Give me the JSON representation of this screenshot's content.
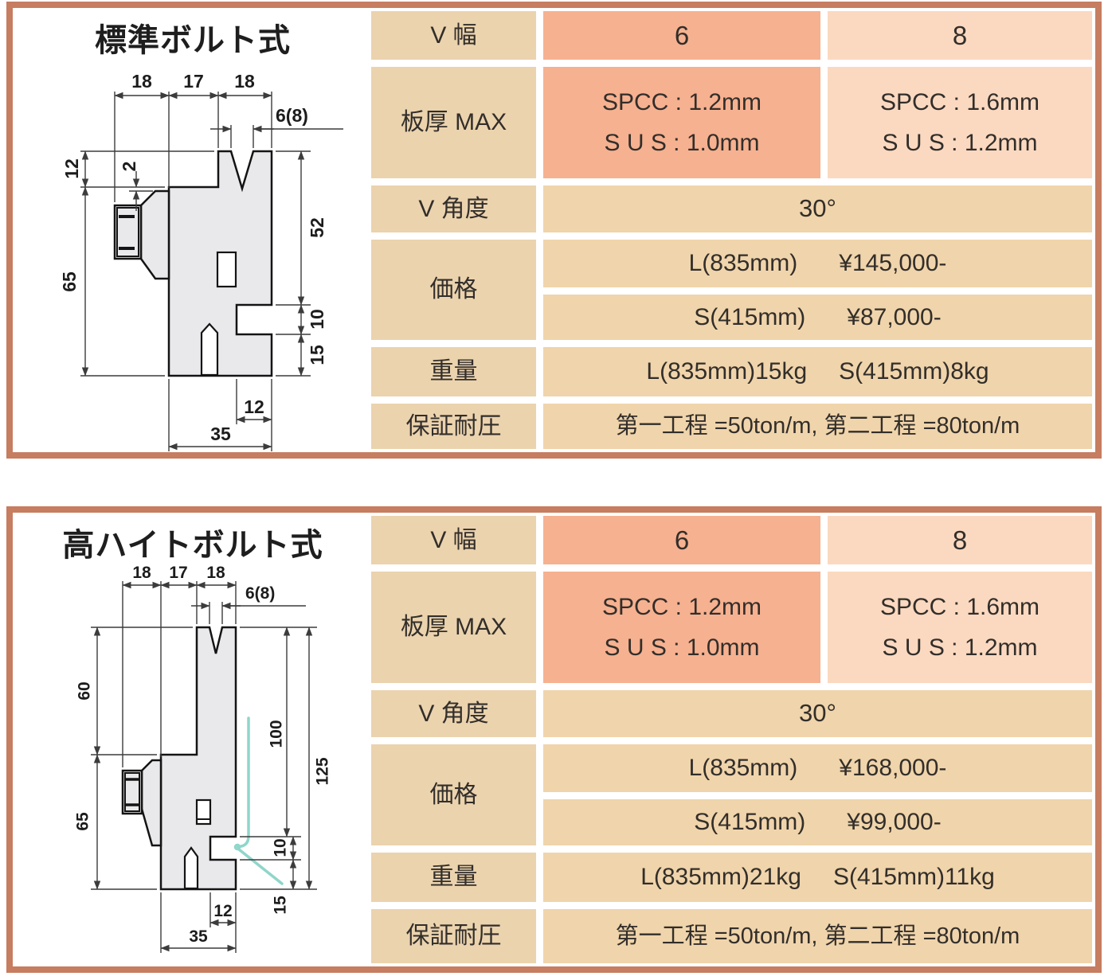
{
  "colors": {
    "frame": "#c67d60",
    "label_cell": "#ebd3ae",
    "row_cell": "#f0d4ab",
    "v6_cell": "#f6b190",
    "v8_cell": "#fbd9c0",
    "text": "#322e2a",
    "bent_sheet_line": "#8fd6ca"
  },
  "panels": [
    {
      "title": "標準ボルト式",
      "drawing": {
        "top_dims": [
          "18",
          "17",
          "18"
        ],
        "v_open": "6(8)",
        "d12": "12",
        "d2": "2",
        "d52": "52",
        "d65": "65",
        "d10": "10",
        "d15": "15",
        "b12": "12",
        "b35": "35"
      },
      "table": {
        "v_width": {
          "label": "V 幅",
          "v6": "6",
          "v8": "8"
        },
        "thickness": {
          "label": "板厚 MAX",
          "v6": [
            "SPCC : 1.2mm",
            "S U S : 1.0mm"
          ],
          "v8": [
            "SPCC : 1.6mm",
            "S U S : 1.2mm"
          ]
        },
        "v_angle": {
          "label": "V 角度",
          "value": "30°"
        },
        "price": {
          "label": "価格",
          "rows": [
            {
              "size": "L(835mm)",
              "amount": "¥145,000-"
            },
            {
              "size": "S(415mm)",
              "amount": "¥87,000-"
            }
          ]
        },
        "weight": {
          "label": "重量",
          "l": "L(835mm)15kg",
          "s": "S(415mm)8kg"
        },
        "pressure": {
          "label": "保証耐圧",
          "value": "第一工程 =50ton/m, 第二工程 =80ton/m"
        }
      }
    },
    {
      "title": "高ハイトボルト式",
      "drawing": {
        "top_dims": [
          "18",
          "17",
          "18"
        ],
        "v_open": "6(8)",
        "d60": "60",
        "d100": "100",
        "d125": "125",
        "d65": "65",
        "d10": "10",
        "d15": "15",
        "b12": "12",
        "b35": "35"
      },
      "table": {
        "v_width": {
          "label": "V 幅",
          "v6": "6",
          "v8": "8"
        },
        "thickness": {
          "label": "板厚 MAX",
          "v6": [
            "SPCC : 1.2mm",
            "S U S : 1.0mm"
          ],
          "v8": [
            "SPCC : 1.6mm",
            "S U S : 1.2mm"
          ]
        },
        "v_angle": {
          "label": "V 角度",
          "value": "30°"
        },
        "price": {
          "label": "価格",
          "rows": [
            {
              "size": "L(835mm)",
              "amount": "¥168,000-"
            },
            {
              "size": "S(415mm)",
              "amount": "¥99,000-"
            }
          ]
        },
        "weight": {
          "label": "重量",
          "l": "L(835mm)21kg",
          "s": "S(415mm)11kg"
        },
        "pressure": {
          "label": "保証耐圧",
          "value": "第一工程 =50ton/m, 第二工程 =80ton/m"
        }
      }
    }
  ]
}
